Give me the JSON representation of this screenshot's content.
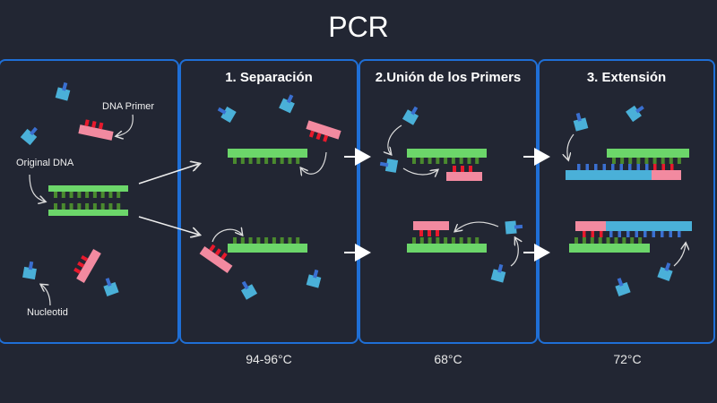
{
  "title": "PCR",
  "panels": [
    {
      "labels": {
        "primer": "DNA Primer",
        "original": "Original DNA",
        "nucleotide": "Nucleotid"
      }
    },
    {
      "title": "1. Separación",
      "temperature": "94-96°C"
    },
    {
      "title": "2.Unión de los Primers",
      "temperature": "68°C"
    },
    {
      "title": "3. Extensión",
      "temperature": "72°C"
    }
  ],
  "colors": {
    "background": "#222633",
    "border": "#1f6fd6",
    "dna_strand": "#6cd66a",
    "dna_base": "#4a8a2e",
    "primer": "#f28aa0",
    "primer_base": "#e8192c",
    "nucleotide": "#4ab0d8",
    "nucleotide_base": "#3a6fd0"
  }
}
